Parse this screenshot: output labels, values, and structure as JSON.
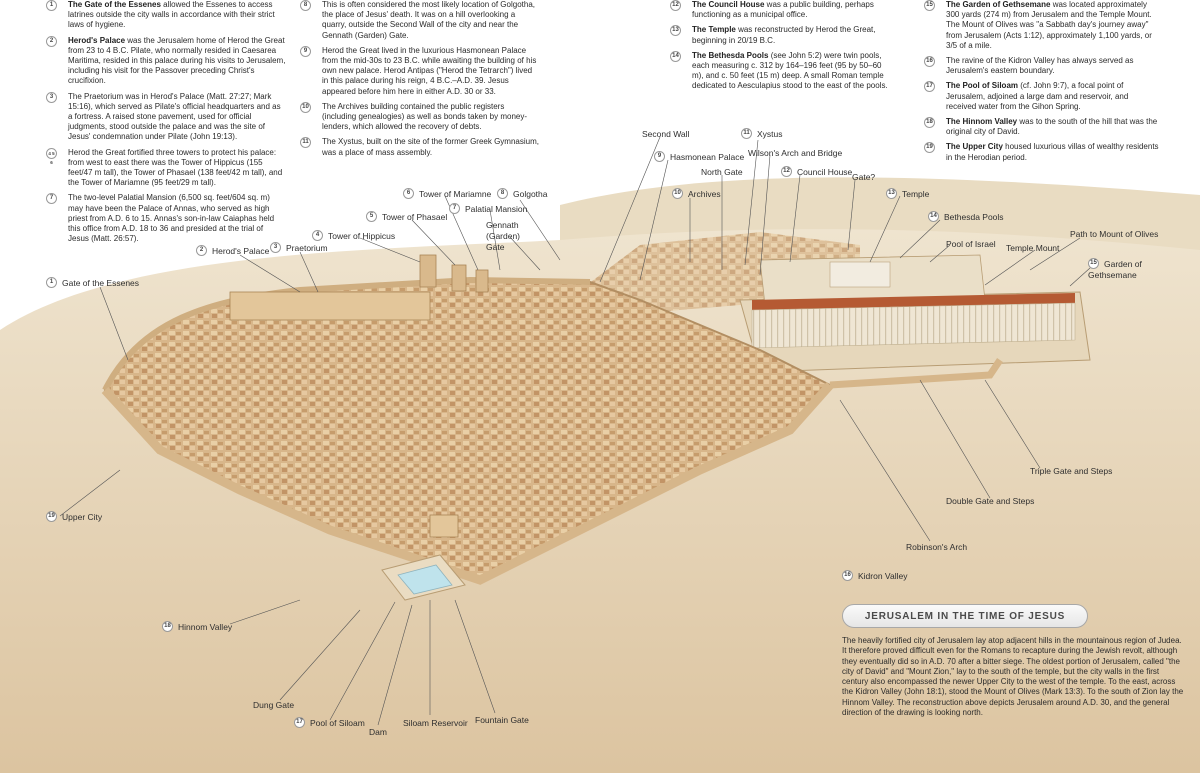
{
  "notes": [
    {
      "num": "1",
      "lead": "The Gate of the Essenes",
      "text": " allowed the Essenes to access latrines outside the city walls in accordance with their strict laws of hygiene."
    },
    {
      "num": "2",
      "lead": "Herod's Palace",
      "text": " was the Jerusalem home of Herod the Great from 23 to 4 B.C. Pilate, who normally resided in Caesarea Maritima, resided in this palace during his visits to Jerusalem, including his visit for the Passover preceding Christ's crucifixion."
    },
    {
      "num": "3",
      "lead": "",
      "text": "The Praetorium was in Herod's Palace (Matt. 27:27; Mark 15:16), which served as Pilate's official headquarters and as a fortress. A raised stone pavement, used for official judgments, stood outside the palace and was the site of Jesus' condemnation under Pilate (John 19:13)."
    },
    {
      "num": "4 5 6",
      "lead": "",
      "text": "Herod the Great fortified three towers to protect his palace: from west to east there was the Tower of Hippicus (155 feet/47 m tall), the Tower of Phasael (138 feet/42 m tall), and the Tower of Mariamne (95 feet/29 m tall)."
    },
    {
      "num": "7",
      "lead": "",
      "text": "The two-level Palatial Mansion (6,500 sq. feet/604 sq. m) may have been the Palace of Annas, who served as high priest from A.D. 6 to 15. Annas's son-in-law Caiaphas held this office from A.D. 18 to 36 and presided at the trial of Jesus (Matt. 26:57)."
    },
    {
      "num": "8",
      "lead": "",
      "text": "This is often considered the most likely location of Golgotha, the place of Jesus' death. It was on a hill overlooking a quarry, outside the Second Wall of the city and near the Gennath (Garden) Gate."
    },
    {
      "num": "9",
      "lead": "",
      "text": "Herod the Great lived in the luxurious Hasmonean Palace from the mid-30s to 23 B.C. while awaiting the building of his own new palace. Herod Antipas (\"Herod the Tetrarch\") lived in this palace during his reign, 4 B.C.–A.D. 39. Jesus appeared before him here in either A.D. 30 or 33."
    },
    {
      "num": "10",
      "lead": "",
      "text": "The Archives building contained the public registers (including genealogies) as well as bonds taken by money-lenders, which allowed the recovery of debts."
    },
    {
      "num": "11",
      "lead": "",
      "text": "The Xystus, built on the site of the former Greek Gymnasium, was a place of mass assembly."
    },
    {
      "num": "12",
      "lead": "The Council House",
      "text": " was a public building, perhaps functioning as a municipal office."
    },
    {
      "num": "13",
      "lead": "The Temple",
      "text": " was reconstructed by Herod the Great, beginning in 20/19 B.C."
    },
    {
      "num": "14",
      "lead": "The Bethesda Pools",
      "text": " (see John 5:2) were twin pools, each measuring c. 312 by 164–196 feet (95 by 50–60 m), and c. 50 feet (15 m) deep. A small Roman temple dedicated to Aesculapius stood to the east of the pools."
    },
    {
      "num": "15",
      "lead": "The Garden of Gethsemane",
      "text": " was located approximately 300 yards (274 m) from Jerusalem and the Temple Mount. The Mount of Olives was \"a Sabbath day's journey away\" from Jerusalem (Acts 1:12), approximately 1,100 yards, or 3/5 of a mile."
    },
    {
      "num": "16",
      "lead": "",
      "text": "The ravine of the Kidron Valley has always served as Jerusalem's eastern boundary."
    },
    {
      "num": "17",
      "lead": "The Pool of Siloam",
      "text": " (cf. John 9:7), a focal point of Jerusalem, adjoined a large dam and reservoir, and received water from the Gihon Spring."
    },
    {
      "num": "18",
      "lead": "The Hinnom Valley",
      "text": " was to the south of the hill that was the original city of David."
    },
    {
      "num": "19",
      "lead": "The Upper City",
      "text": " housed luxurious villas of wealthy residents in the Herodian period."
    }
  ],
  "labels": [
    {
      "num": "1",
      "text": "Gate of the Essenes"
    },
    {
      "num": "2",
      "text": "Herod's Palace"
    },
    {
      "num": "3",
      "text": "Praetorium"
    },
    {
      "num": "4",
      "text": "Tower of Hippicus"
    },
    {
      "num": "5",
      "text": "Tower of Phasael"
    },
    {
      "num": "6",
      "text": "Tower of Mariamne"
    },
    {
      "num": "7",
      "text": "Palatial Mansion"
    },
    {
      "num": "8",
      "text": "Golgotha"
    },
    {
      "num": "",
      "text": "Gennath (Garden) Gate"
    },
    {
      "num": "",
      "text": "Second Wall"
    },
    {
      "num": "9",
      "text": "Hasmonean Palace"
    },
    {
      "num": "10",
      "text": "Archives"
    },
    {
      "num": "",
      "text": "North Gate"
    },
    {
      "num": "11",
      "text": "Xystus"
    },
    {
      "num": "",
      "text": "Wilson's Arch and Bridge"
    },
    {
      "num": "12",
      "text": "Council House"
    },
    {
      "num": "",
      "text": "Gate?"
    },
    {
      "num": "13",
      "text": "Temple"
    },
    {
      "num": "14",
      "text": "Bethesda Pools"
    },
    {
      "num": "",
      "text": "Pool of Israel"
    },
    {
      "num": "",
      "text": "Temple Mount"
    },
    {
      "num": "",
      "text": "Path to Mount of Olives"
    },
    {
      "num": "15",
      "text": "Garden of Gethsemane"
    },
    {
      "num": "19",
      "text": "Upper City"
    },
    {
      "num": "",
      "text": "Triple Gate and Steps"
    },
    {
      "num": "",
      "text": "Double Gate and Steps"
    },
    {
      "num": "",
      "text": "Robinson's Arch"
    },
    {
      "num": "16",
      "text": "Kidron Valley"
    },
    {
      "num": "18",
      "text": "Hinnom Valley"
    },
    {
      "num": "",
      "text": "Dung Gate"
    },
    {
      "num": "17",
      "text": "Pool of Siloam"
    },
    {
      "num": "",
      "text": "Dam"
    },
    {
      "num": "",
      "text": "Siloam Reservoir"
    },
    {
      "num": "",
      "text": "Fountain Gate"
    }
  ],
  "title": "JERUSALEM IN THE TIME OF JESUS",
  "caption": "The heavily fortified city of Jerusalem lay atop adjacent hills in the mountainous region of Judea. It therefore proved difficult even for the Romans to recapture during the Jewish revolt, although they eventually did so in A.D. 70 after a bitter siege. The oldest portion of Jerusalem, called \"the city of David\" and \"Mount Zion,\" lay to the south of the temple, but the city walls in the first century also encompassed the newer Upper City to the west of the temple. To the east, across the Kidron Valley (John 18:1), stood the Mount of Olives (Mark 13:3). To the south of Zion lay the Hinnom Valley. The reconstruction above depicts Jerusalem around A.D. 30, and the general direction of the drawing is looking north.",
  "colors": {
    "ground": "#e2cfae",
    "wall": "#d9b98c",
    "roof": "#c9a57a",
    "temple": "#efe6d4",
    "temple_roof": "#b55a33"
  }
}
